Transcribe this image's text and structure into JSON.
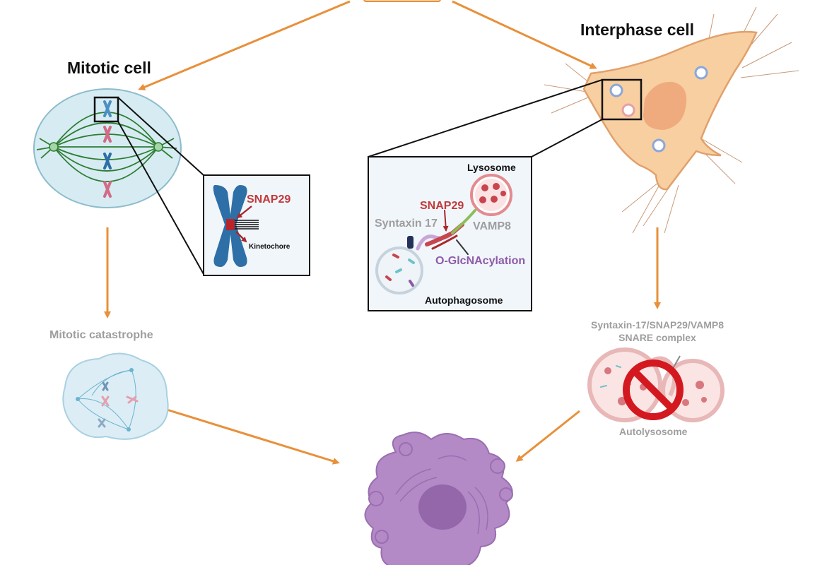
{
  "colors": {
    "arrow": "#e8903a",
    "snap29": "#c0393b",
    "glcnac": "#8e5aa8",
    "muted": "#9e9e9e",
    "cell_fill": "#f8cfa0",
    "death_cell": "#b389c6"
  },
  "labels": {
    "mitotic_cell": "Mitotic cell",
    "interphase_cell": "Interphase cell",
    "snap29_kinetochore": "SNAP29",
    "kinetochore": "Kinetochore",
    "lysosome": "Lysosome",
    "snap29_inset": "SNAP29",
    "syntaxin17": "Syntaxin 17",
    "vamp8": "VAMP8",
    "oglcnac": "O-GlcNAcylation",
    "autophagosome": "Autophagosome",
    "mitotic_catastrophe": "Mitotic catastrophe",
    "snare_line1": "Syntaxin-17/SNAP29/VAMP8",
    "snare_line2": "SNARE complex",
    "autolysosome": "Autolysosome"
  },
  "icons": [
    "mitotic-spindle-icon",
    "chromosome-icon",
    "interphase-cell-icon",
    "lysosome-icon",
    "autophagosome-icon",
    "catastrophe-cell-icon",
    "autolysosome-icon",
    "prohibited-icon",
    "dying-cell-icon"
  ]
}
